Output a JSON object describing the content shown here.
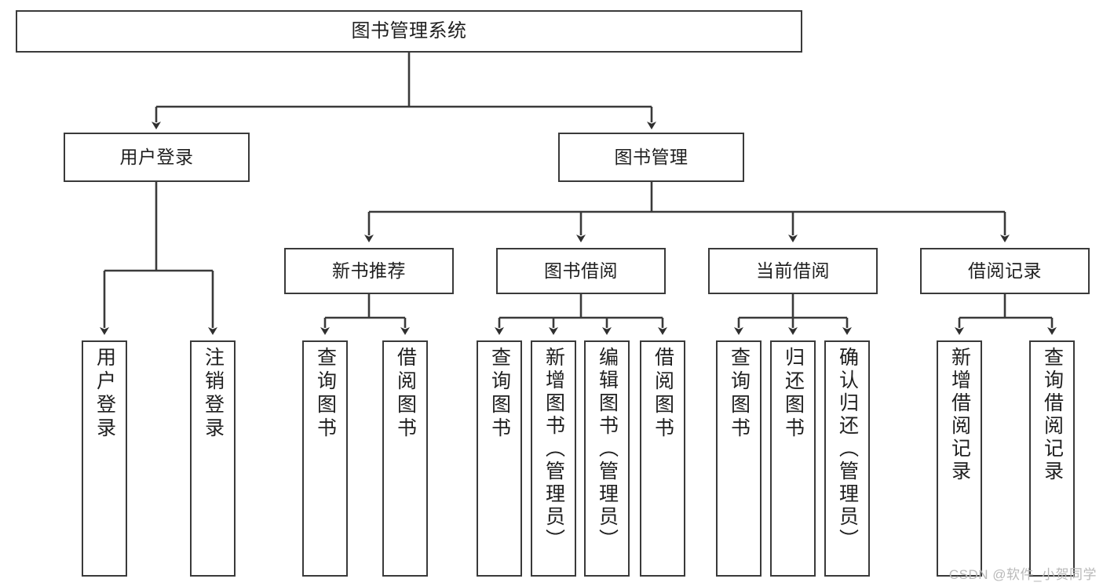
{
  "diagram": {
    "title": "图书管理系统",
    "watermark": "CSDN @软件_小贺同学",
    "stroke_color": "#3a3a3a",
    "text_color": "#1f1f1f",
    "background_color": "#ffffff",
    "watermark_color": "#b9b9b9"
  },
  "root": {
    "label": "图书管理系统"
  },
  "level2": [
    {
      "label": "用户登录"
    },
    {
      "label": "图书管理"
    }
  ],
  "level3": [
    {
      "label": "新书推荐"
    },
    {
      "label": "图书借阅"
    },
    {
      "label": "当前借阅"
    },
    {
      "label": "借阅记录"
    }
  ],
  "leaves": {
    "user_login": [
      {
        "label": "用户登录"
      },
      {
        "label": "注销登录"
      }
    ],
    "new_book": [
      {
        "label": "查询图书"
      },
      {
        "label": "借阅图书"
      }
    ],
    "book_borrow": [
      {
        "label": "查询图书"
      },
      {
        "label": "新增图书（管理员）"
      },
      {
        "label": "编辑图书（管理员）"
      },
      {
        "label": "借阅图书"
      }
    ],
    "current_borrow": [
      {
        "label": "查询图书"
      },
      {
        "label": "归还图书"
      },
      {
        "label": "确认归还（管理员）"
      }
    ],
    "borrow_record": [
      {
        "label": "新增借阅记录"
      },
      {
        "label": "查询借阅记录"
      }
    ]
  }
}
